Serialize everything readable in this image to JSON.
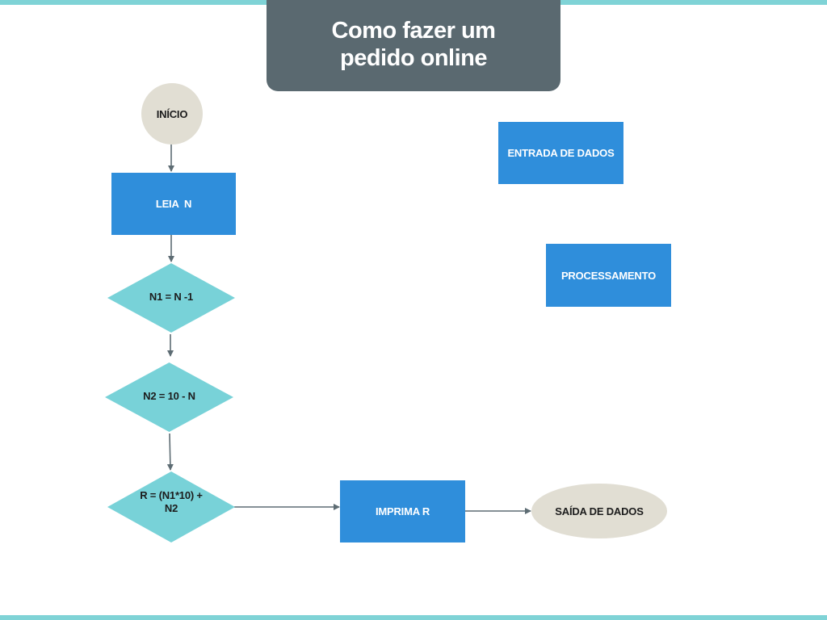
{
  "colors": {
    "accent_bar": "#7fd3d6",
    "title_bg": "#5a6970",
    "process_blue": "#2f8edb",
    "decision_teal": "#78d2d8",
    "terminal_beige": "#e1ded3",
    "arrow": "#5d6c73"
  },
  "title": "Como fazer um pedido online",
  "nodes": {
    "start": "INÍCIO",
    "read_n": "LEIA  N",
    "calc_n1": "N1 = N -1",
    "calc_n2": "N2 = 10 - N",
    "calc_r": "R = (N1*10) + N2",
    "print_r": "IMPRIMA R",
    "output": "SAÍDA DE DADOS"
  },
  "legend": {
    "data_input": "ENTRADA DE DADOS",
    "processing": "PROCESSAMENTO"
  }
}
